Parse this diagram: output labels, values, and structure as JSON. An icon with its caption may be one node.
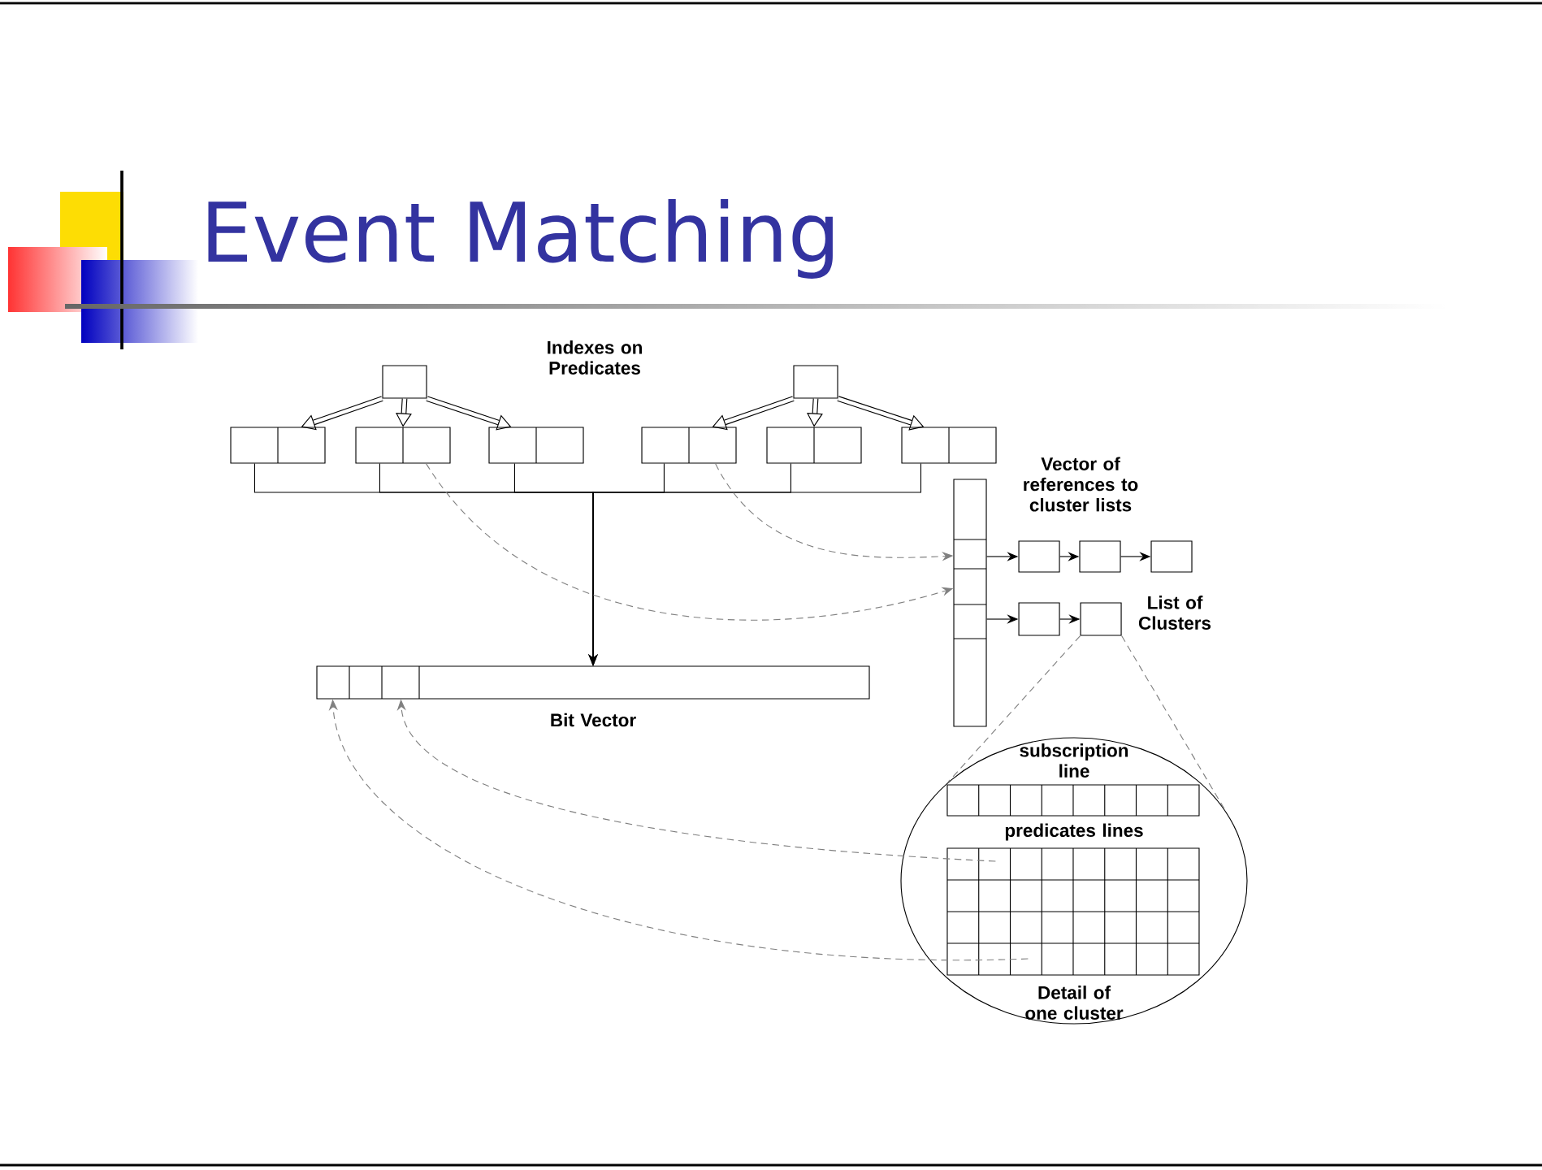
{
  "diagram": {
    "title": "Event Matching",
    "nodes": [
      {
        "text": [],
        "shape": "box"
      },
      {
        "text": [],
        "shape": "box"
      },
      {
        "text": [],
        "shape": "box"
      },
      {
        "text": [],
        "shape": "box"
      },
      {
        "text": [],
        "shape": "box"
      },
      {
        "text": [],
        "shape": "box"
      },
      {
        "text": [],
        "shape": "box"
      },
      {
        "text": [],
        "shape": "box"
      },
      {
        "text": [],
        "shape": "box",
        "beside": [
          "Bit Vector"
        ]
      },
      {
        "text": [],
        "shape": "box",
        "beside": [
          "Vector of references to cluster lists"
        ]
      },
      {
        "text": [],
        "shape": "box"
      },
      {
        "text": [],
        "shape": "box"
      },
      {
        "text": [],
        "shape": "box"
      },
      {
        "text": [],
        "shape": "box"
      },
      {
        "text": [],
        "shape": "box"
      },
      {
        "text": [
          "subscription line",
          "predicates lines",
          "Detail of one cluster"
        ]
      },
      {
        "text": [],
        "shape": "box",
        "in": 15
      },
      {
        "text": [],
        "shape": "box",
        "in": 15
      }
    ],
    "edges": [
      {
        "from": 0,
        "to": 2,
        "arrow": "to",
        "style": "thick"
      },
      {
        "from": 0,
        "to": 3,
        "arrow": "to",
        "style": "thick"
      },
      {
        "from": 0,
        "to": 4,
        "arrow": "to",
        "style": "thick"
      },
      {
        "from": 1,
        "to": 5,
        "arrow": "to",
        "style": "thick"
      },
      {
        "from": 1,
        "to": 6,
        "arrow": "to",
        "style": "thick"
      },
      {
        "from": 1,
        "to": 7,
        "arrow": "to",
        "style": "thick"
      },
      {
        "from": 2,
        "to": 8,
        "arrow": "to"
      },
      {
        "from": 3,
        "to": 8,
        "arrow": "to"
      },
      {
        "from": 4,
        "to": 8,
        "arrow": "to"
      },
      {
        "from": 5,
        "to": 8,
        "arrow": "to"
      },
      {
        "from": 6,
        "to": 8,
        "arrow": "to"
      },
      {
        "from": 7,
        "to": 8,
        "arrow": "to"
      },
      {
        "from": 3,
        "to": 9,
        "arrow": "to",
        "style": "dashed",
        "color": "#808080"
      },
      {
        "from": 5,
        "to": 9,
        "arrow": "to",
        "style": "dashed",
        "color": "#808080"
      },
      {
        "from": 9,
        "to": 10,
        "arrow": "to"
      },
      {
        "from": 10,
        "to": 11,
        "arrow": "to"
      },
      {
        "from": 11,
        "to": 12,
        "arrow": "to"
      },
      {
        "from": 9,
        "to": 13,
        "arrow": "to"
      },
      {
        "from": 13,
        "to": 14,
        "arrow": "to"
      },
      {
        "from": 14,
        "to": 15,
        "arrow": "none",
        "style": "dashed",
        "color": "#808080"
      },
      {
        "from": 14,
        "to": 15,
        "arrow": "none",
        "style": "dashed",
        "color": "#808080"
      },
      {
        "from": 17,
        "to": 8,
        "arrow": "to",
        "style": "dashed",
        "color": "#808080"
      },
      {
        "from": 17,
        "to": 8,
        "arrow": "to",
        "style": "dashed",
        "color": "#808080"
      }
    ],
    "labels": [
      "Indexes on Predicates",
      "List of Clusters"
    ]
  }
}
